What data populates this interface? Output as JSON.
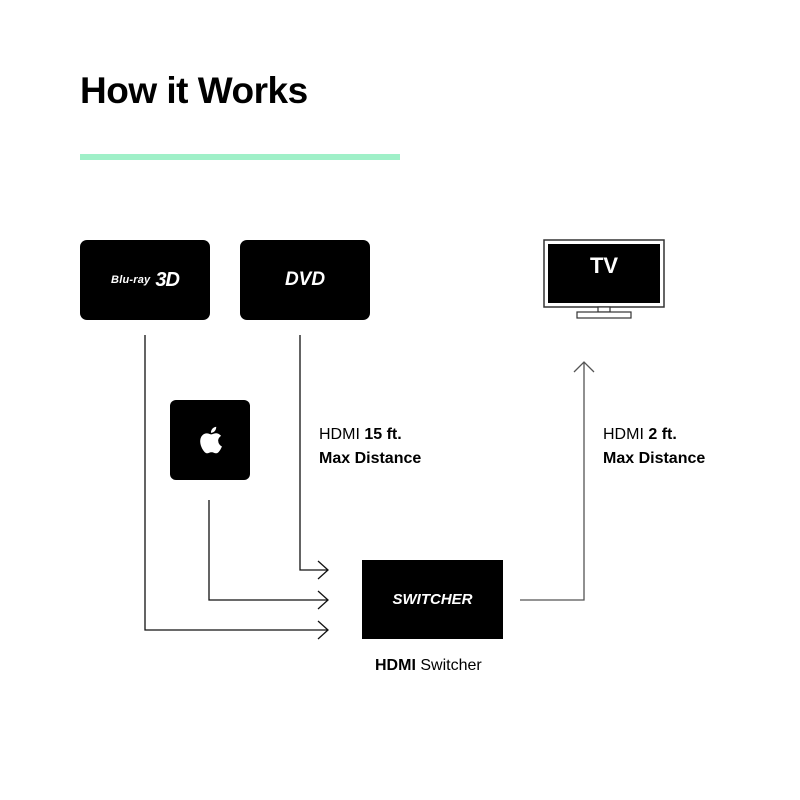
{
  "header": {
    "title": "How it Works",
    "accent_color": "#9ff0c8"
  },
  "devices": {
    "bluray": {
      "brand": "Blu-ray",
      "suffix": "3D"
    },
    "dvd": {
      "label": "DVD"
    },
    "apple_tv": {
      "icon": "apple-logo-icon"
    },
    "tv": {
      "label": "TV"
    },
    "switcher": {
      "label": "SWITCHER"
    }
  },
  "annotations": {
    "input_cable": {
      "prefix": "HDMI",
      "length": "15 ft.",
      "line2": "Max Distance"
    },
    "output_cable": {
      "prefix": "HDMI",
      "length": "2 ft.",
      "line2": "Max Distance"
    },
    "switcher_caption": {
      "bold": "HDMI",
      "rest": "Switcher"
    }
  },
  "colors": {
    "device_fill": "#000000",
    "text_on_device": "#ffffff",
    "line": "#000000"
  }
}
